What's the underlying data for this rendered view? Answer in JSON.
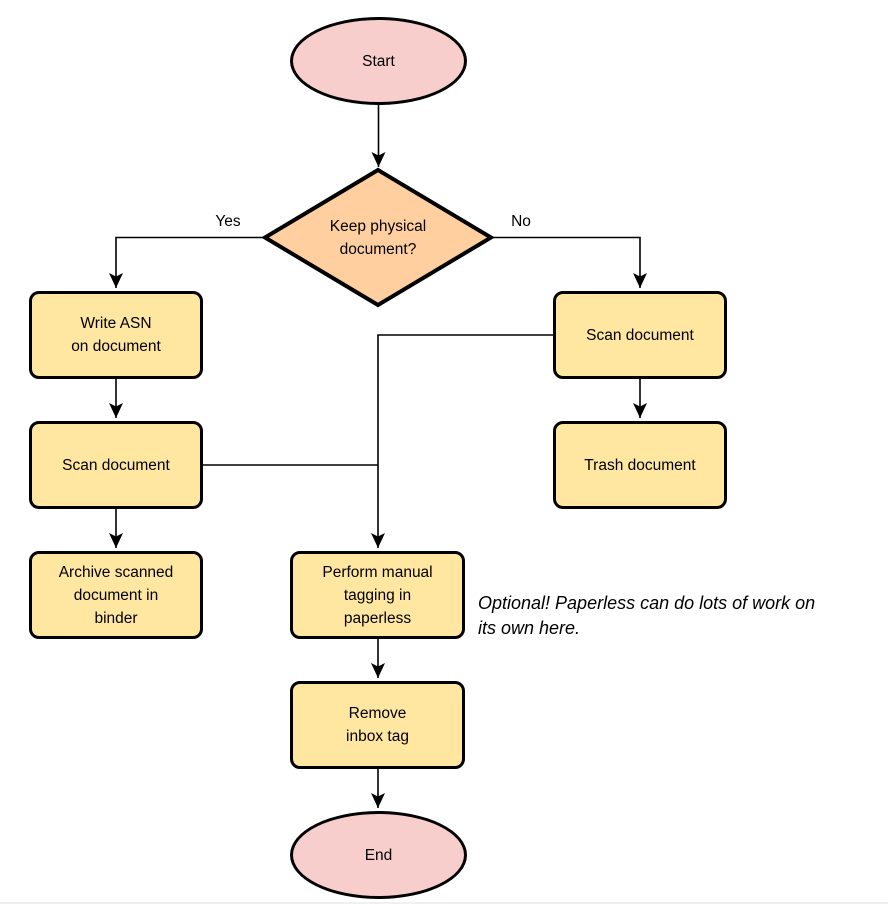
{
  "colors": {
    "terminator_fill": "#f8cecc",
    "decision_fill": "#ffcf9f",
    "process_fill": "#ffe6a1",
    "stroke": "#000000",
    "bottom_divider": "#eef0f2"
  },
  "nodes": {
    "start": {
      "label": "Start"
    },
    "decision": {
      "label": "Keep physical\ndocument?"
    },
    "write_asn": {
      "label": "Write ASN\non document"
    },
    "scan_left": {
      "label": "Scan document"
    },
    "archive": {
      "label": "Archive scanned\ndocument in\nbinder"
    },
    "scan_right": {
      "label": "Scan document"
    },
    "trash": {
      "label": "Trash document"
    },
    "tagging": {
      "label": "Perform manual\ntagging in\npaperless"
    },
    "remove_inbox": {
      "label": "Remove\ninbox tag"
    },
    "end": {
      "label": "End"
    }
  },
  "edge_labels": {
    "yes": "Yes",
    "no": "No"
  },
  "annotation": {
    "text": "Optional! Paperless can do lots of work on\nits own here."
  }
}
